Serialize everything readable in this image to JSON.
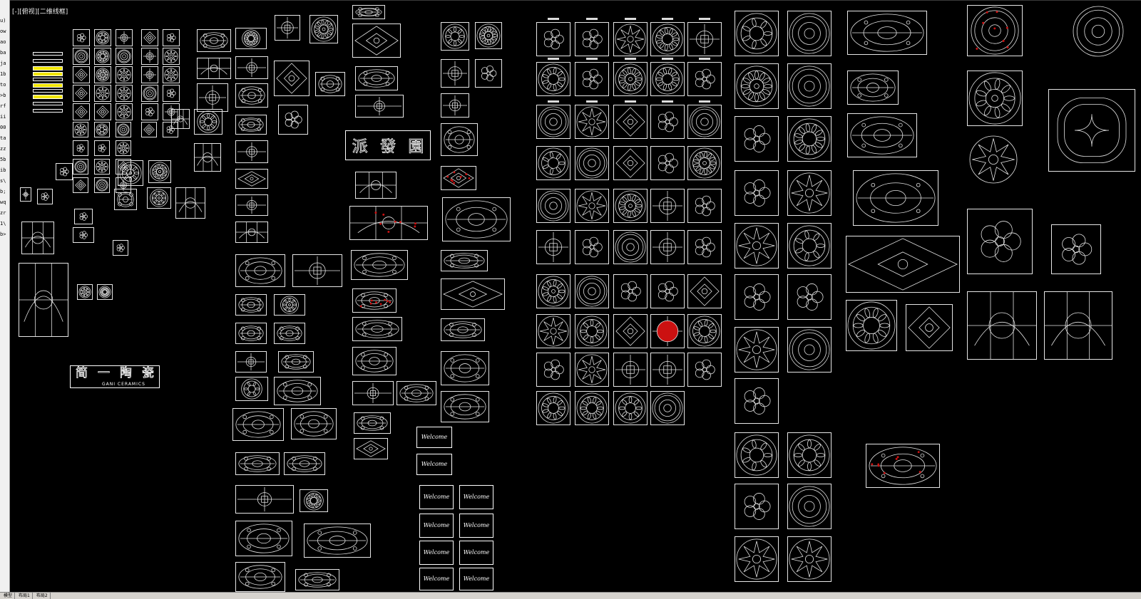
{
  "viewport": {
    "label": "[-][俯视][二维线框]"
  },
  "left_strip": {
    "items": [
      "u)",
      "ow",
      "ao",
      "ba",
      "ja",
      "1b",
      "to",
      ">b",
      "rf",
      "ii",
      "00",
      "ta",
      "zz",
      "5b",
      "ib",
      "s\\",
      "b;",
      "wq",
      "zr",
      "1\\",
      "b>"
    ]
  },
  "status_bar": {
    "items": [
      "模型",
      "布局1",
      "布局2"
    ]
  },
  "logo": {
    "cn_chars": [
      "简",
      "一",
      "陶",
      "瓷"
    ],
    "en_text": "GANI CERAMICS"
  },
  "cn_title": {
    "chars": [
      "派",
      "發",
      "園"
    ]
  },
  "welcome": {
    "text": "Welcome"
  },
  "colors": {
    "background": "#000000",
    "line": "#e6e6e6",
    "accent_red": "#cc1111",
    "accent_yellow": "#f2e600"
  },
  "icons": {
    "medallion": "medallion-icon",
    "rosette": "rosette-icon",
    "star": "star-icon"
  }
}
